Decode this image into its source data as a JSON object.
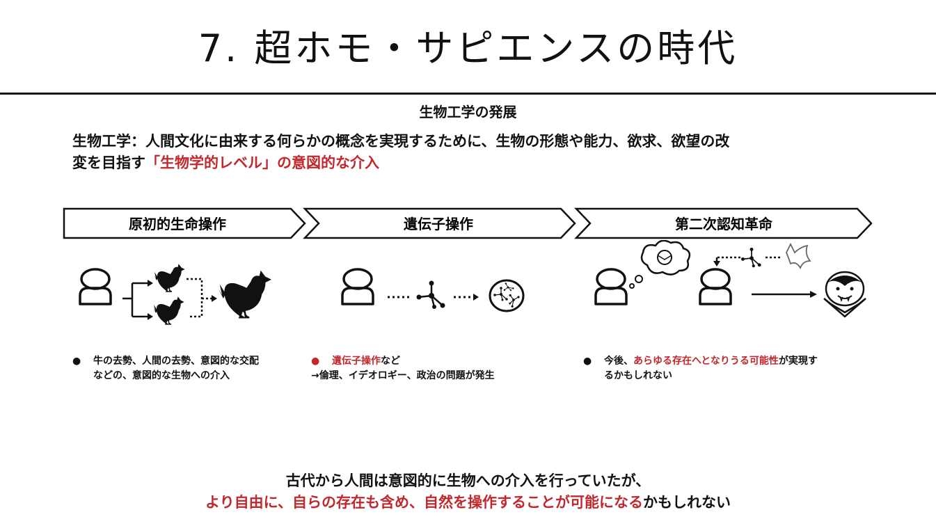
{
  "slide": {
    "title": "7. 超ホモ・サピエンスの時代",
    "subtitle": "生物工学の発展",
    "definition_line1": "生物工学：人間文化に由来する何らかの概念を実現するために、生物の形態や能力、欲求、欲望の改",
    "definition_line2_prefix": "変を目指す",
    "definition_line2_highlight": "「生物学的レベル」の意図的な介入"
  },
  "stages": [
    {
      "label": "原初的生命操作",
      "bullet_line1": "牛の去勢、人間の去勢、意図的な交配",
      "bullet_line2": "などの、意図的な生物への介入"
    },
    {
      "label": "遺伝子操作",
      "bullet_highlight": "遺伝子操作",
      "bullet_suffix": "など",
      "bullet_line2": "→倫理、イデオロギー、政治の問題が発生"
    },
    {
      "label": "第二次認知革命",
      "bullet_prefix": "今後、",
      "bullet_highlight": "あらゆる存在へとなりうる可能性",
      "bullet_suffix": "が実現す",
      "bullet_line2": "るかもしれない"
    }
  ],
  "footer": {
    "line1": "古代から人間は意図的に生物への介入を行っていたが、",
    "line2_highlight": "より自由に、自らの存在も含め、自然を操作することが可能になる",
    "line2_suffix": "かもしれない"
  },
  "colors": {
    "highlight": "#c0282d",
    "text": "#111111",
    "background": "#ffffff"
  },
  "icons": [
    "person-icon",
    "chicken-icon",
    "molecule-icon",
    "cell-icon",
    "thought-bubble-icon",
    "vampire-icon",
    "bat-icon",
    "arrow-icon"
  ]
}
